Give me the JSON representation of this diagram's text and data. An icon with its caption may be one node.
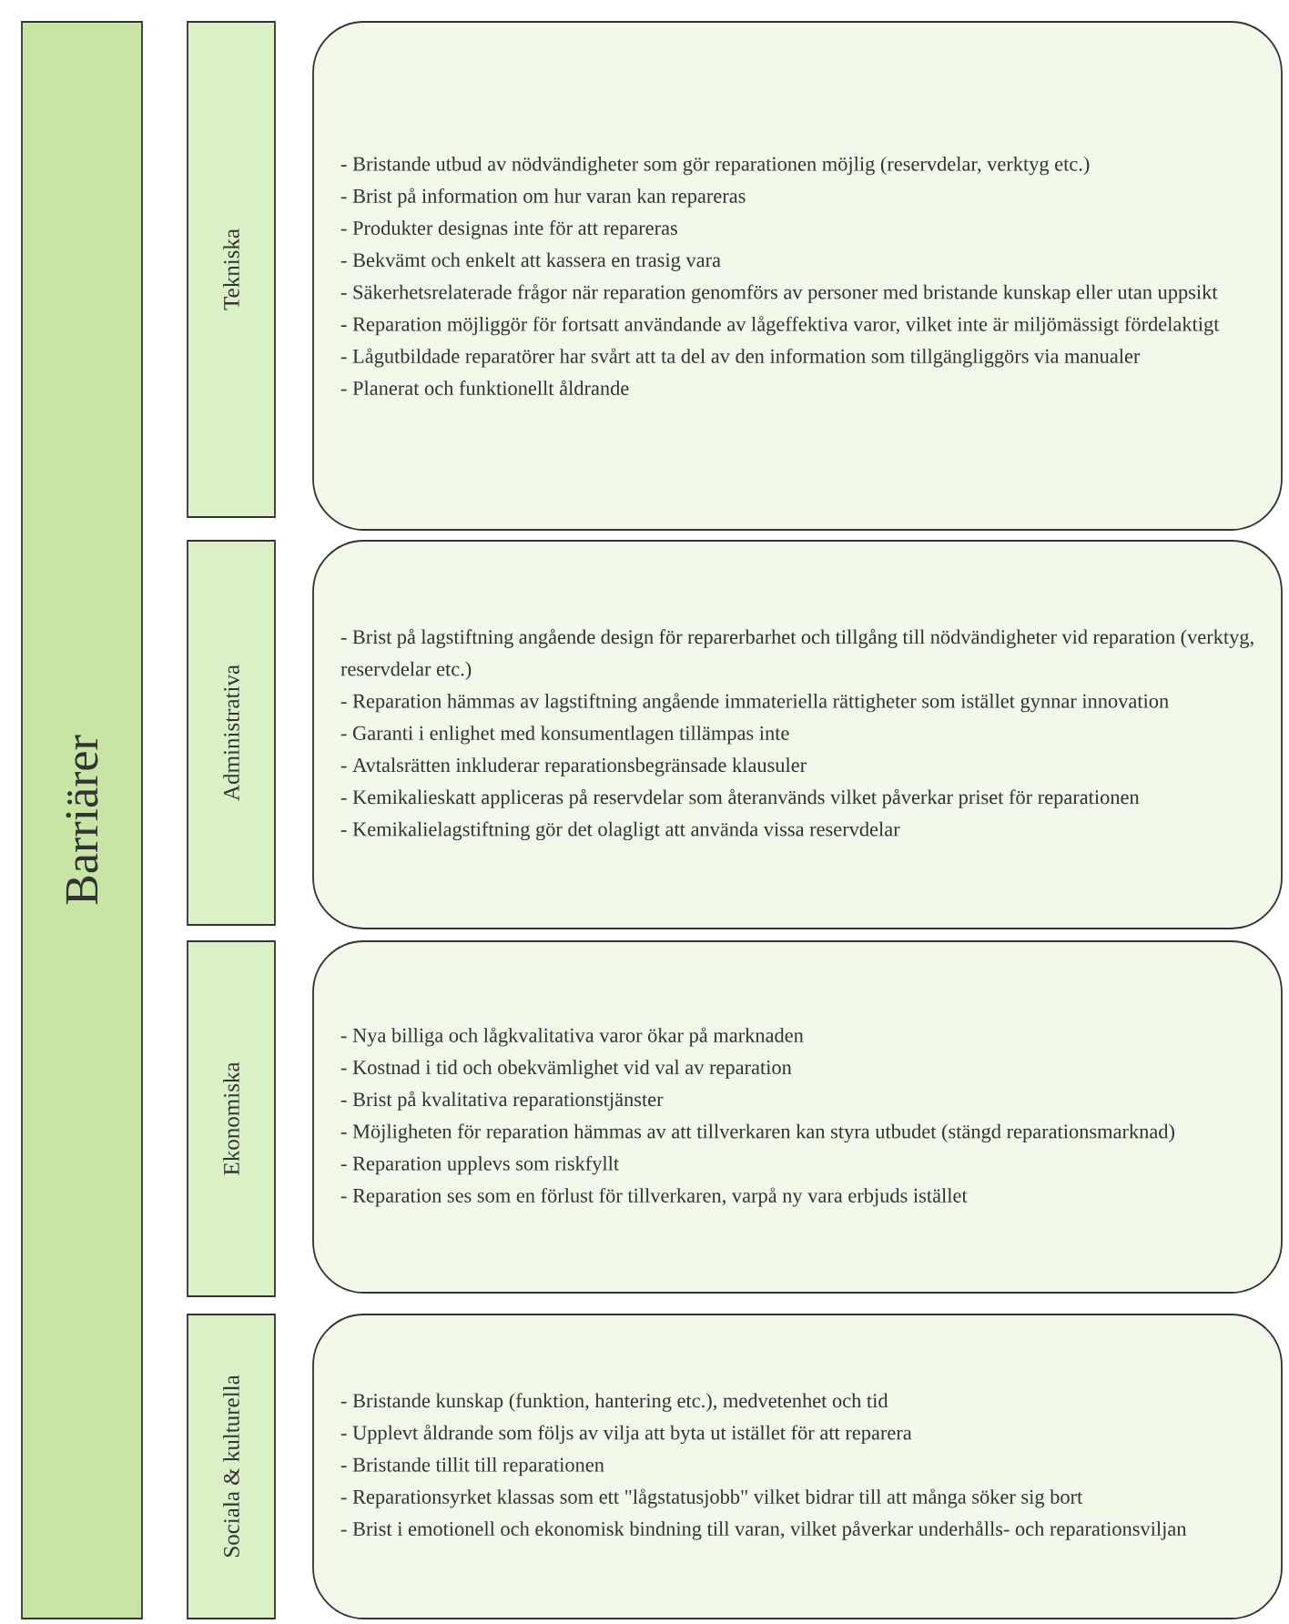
{
  "diagram": {
    "nodes": [
      {
        "text": [
          "Barriärer"
        ]
      },
      {
        "text": [
          "Tekniska"
        ]
      },
      {
        "text": [
          "- Bristande utbud av nödvändigheter som gör reparationen möjlig (reservdelar, verktyg etc.)",
          "- Brist på information om hur varan kan repareras",
          "- Produkter designas inte för att repareras",
          "- Bekvämt och enkelt att kassera en trasig vara",
          "- Säkerhetsrelaterade frågor när reparation genomförs av personer med bristande kunskap eller utan uppsikt",
          "- Reparation möjliggör för fortsatt användande av lågeffektiva varor, vilket inte är miljömässigt fördelaktigt",
          "- Lågutbildade reparatörer har svårt att ta del av den information som tillgängliggörs via manualer",
          "- Planerat och funktionellt åldrande"
        ]
      },
      {
        "text": [
          "Administrativa"
        ]
      },
      {
        "text": [
          "- Brist på lagstiftning angående design för reparerbarhet och tillgång till nödvändigheter vid reparation (verktyg, reservdelar etc.)",
          "- Reparation hämmas av lagstiftning angående immateriella rättigheter som istället gynnar innovation",
          "- Garanti i enlighet med konsumentlagen tillämpas inte",
          "- Avtalsrätten inkluderar reparationsbegränsade klausuler",
          "- Kemikalieskatt appliceras på reservdelar som återanvänds vilket påverkar priset för reparationen",
          "- Kemikalielagstiftning gör det olagligt att använda vissa reservdelar"
        ]
      },
      {
        "text": [
          "Ekonomiska"
        ]
      },
      {
        "text": [
          "- Nya billiga och lågkvalitativa varor ökar på marknaden",
          "- Kostnad i tid och obekvämlighet vid val av reparation",
          "- Brist på kvalitativa reparationstjänster",
          "- Möjligheten för reparation hämmas av att tillverkaren kan styra utbudet (stängd reparationsmarknad)",
          "- Reparation upplevs som riskfyllt",
          "- Reparation ses som en förlust för tillverkaren, varpå ny vara erbjuds istället"
        ]
      },
      {
        "text": [
          "Sociala & kulturella"
        ]
      },
      {
        "text": [
          "- Bristande kunskap (funktion, hantering etc.), medvetenhet och tid",
          "- Upplevt åldrande som följs av vilja att byta ut istället för att reparera",
          "- Bristande tillit till reparationen",
          "- Reparationsyrket klassas som ett \"lågstatusjobb\" vilket bidrar till att många söker sig bort",
          "- Brist i emotionell och ekonomisk bindning till varan, vilket påverkar underhålls- och reparationsviljan"
        ]
      }
    ]
  }
}
